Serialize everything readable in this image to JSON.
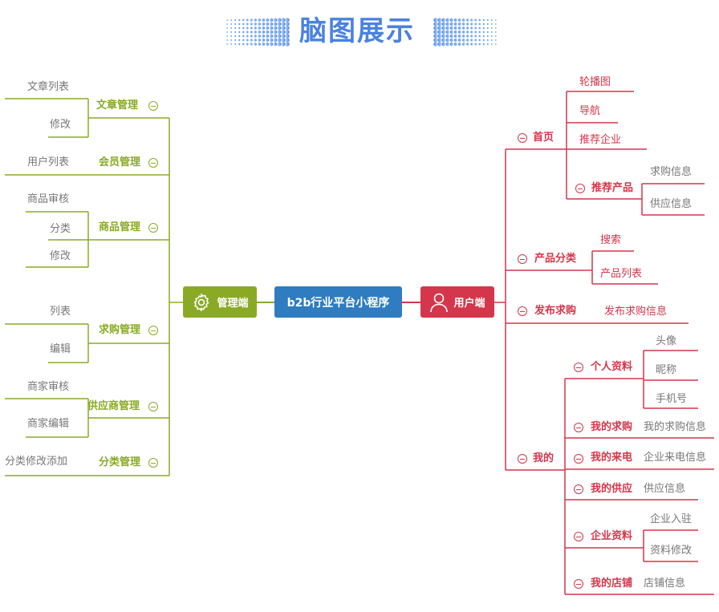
{
  "title": "脑图展示",
  "root": "b2b行业平台小程序",
  "admin": {
    "label": "管理端",
    "groups": [
      {
        "label": "文章管理",
        "items": [
          "文章列表",
          "修改"
        ]
      },
      {
        "label": "会员管理",
        "items": [
          "用户列表"
        ]
      },
      {
        "label": "商品管理",
        "items": [
          "商品审核",
          "分类",
          "修改"
        ]
      },
      {
        "label": "求购管理",
        "items": [
          "列表",
          "编辑"
        ]
      },
      {
        "label": "供应商管理",
        "items": [
          "商家审核",
          "商家编辑"
        ]
      },
      {
        "label": "分类管理",
        "items": [
          "分类修改添加"
        ]
      }
    ]
  },
  "user": {
    "label": "用户端",
    "home": {
      "label": "首页",
      "items": [
        "轮播图",
        "导航",
        "推荐企业"
      ],
      "sub": {
        "label": "推荐产品",
        "items": [
          "求购信息",
          "供应信息"
        ]
      }
    },
    "category": {
      "label": "产品分类",
      "items": [
        "搜索",
        "产品列表"
      ]
    },
    "post": {
      "label": "发布求购",
      "items": [
        "发布求购信息"
      ]
    },
    "mine": {
      "label": "我的",
      "groups": [
        {
          "label": "个人资料",
          "items": [
            "头像",
            "昵称",
            "手机号"
          ]
        },
        {
          "label": "我的求购",
          "items": [
            "我的求购信息"
          ]
        },
        {
          "label": "我的来电",
          "items": [
            "企业来电信息"
          ]
        },
        {
          "label": "我的供应",
          "items": [
            "供应信息"
          ]
        },
        {
          "label": "企业资料",
          "items": [
            "企业入驻",
            "资料修改"
          ]
        },
        {
          "label": "我的店铺",
          "items": [
            "店铺信息"
          ]
        }
      ]
    }
  },
  "colors": {
    "green": "#8aaa26",
    "red": "#d4364b",
    "blue": "#2f7cc0",
    "title": "#4a82e0"
  }
}
